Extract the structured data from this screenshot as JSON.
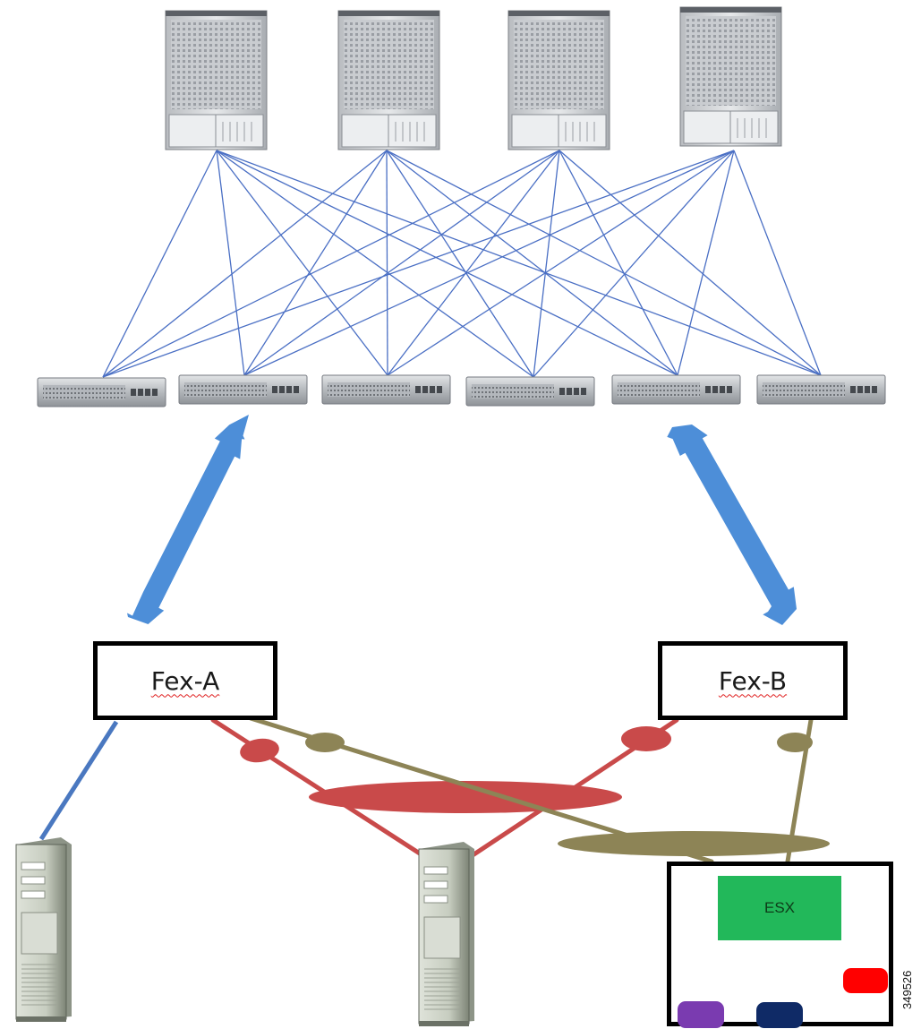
{
  "fex_a": {
    "label": "Fex-A"
  },
  "fex_b": {
    "label": "Fex-B"
  },
  "esx_host": {
    "vm_label": "ESX"
  },
  "figure_id": "349526",
  "colors": {
    "fabric_link": "#4a6fc4",
    "uplink_arrow": "#4d8ed8",
    "fex_a_link": "#c94a4a",
    "fex_b_link": "#8d8456",
    "server_link": "#4a78c0",
    "esx_vm": "#22b85a",
    "vm_purple": "#7a3bb0",
    "vm_navy": "#0f2a66",
    "vm_red": "#ff0000"
  },
  "icons": {
    "spine": "chassis-switch-icon",
    "leaf": "rack-switch-icon",
    "server": "tower-server-icon"
  }
}
